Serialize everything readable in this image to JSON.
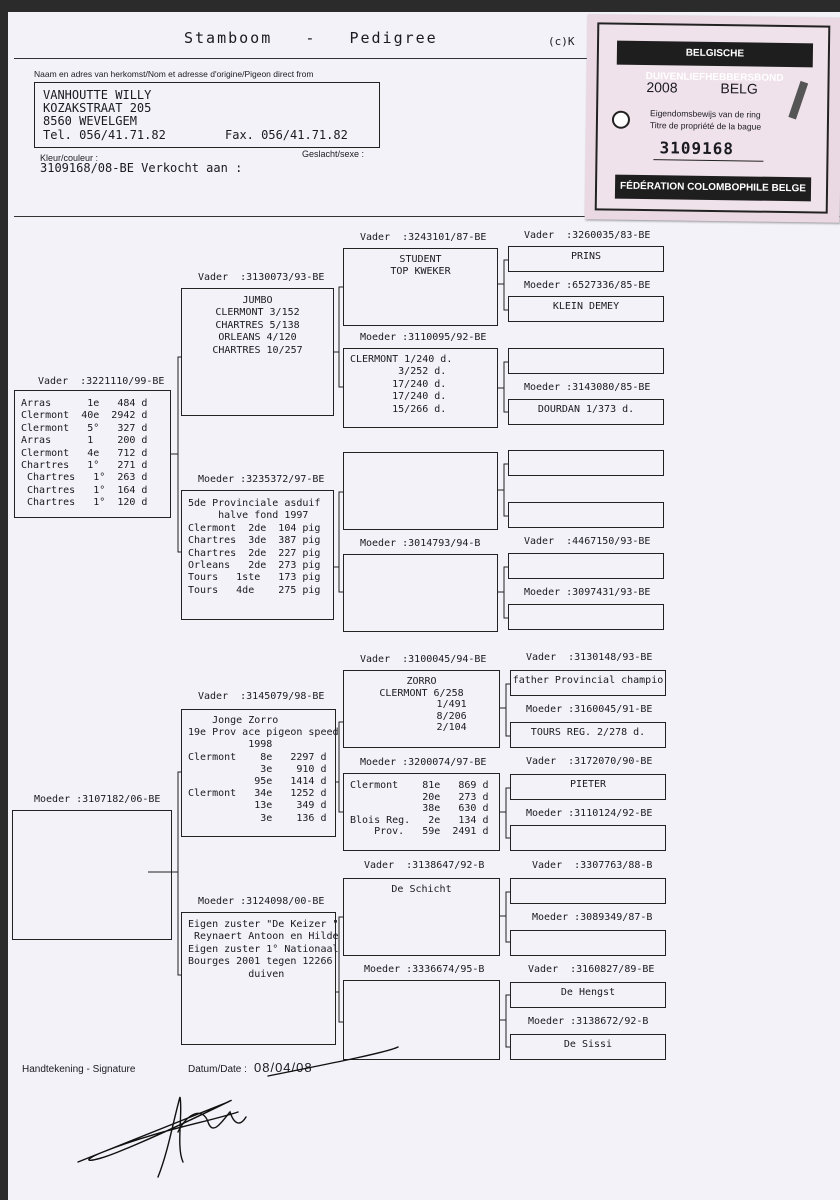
{
  "header": {
    "title": "Stamboom   -   Pedigree",
    "copyright": "(c)K",
    "origin_label": "Naam en adres van herkomst/Nom et adresse d'origine/Pigeon direct from",
    "owner": {
      "name": "VANHOUTTE WILLY",
      "street": "KOZAKSTRAAT 205",
      "city": "8560 WEVELGEM",
      "tel": "Tel. 056/41.71.82",
      "fax": "Fax. 056/41.71.82"
    },
    "colour_label": "Kleur/couleur :",
    "sex_label": "Geslacht/sexe :",
    "ring_line": "3109168/08-BE Verkocht aan :"
  },
  "certificate": {
    "top_banner": "BELGISCHE DUIVENLIEFHEBBERSBOND",
    "year": "2008",
    "country": "BELG",
    "line1": "Eigendomsbewijs van de ring",
    "line2": "Titre de propriété de la bague",
    "number": "3109168",
    "bottom_banner": "FÉDÉRATION COLOMBOPHILE BELGE"
  },
  "gen1": {
    "sire_label": "Vader  :3221110/99-BE",
    "sire_text": "Arras      1e   484 d\nClermont  40e  2942 d\nClermont   5°   327 d\nArras      1    200 d\nClermont   4e   712 d\nChartres   1°   271 d\n Chartres   1°  263 d\n Chartres   1°  164 d\n Chartres   1°  120 d",
    "dam_label": "Moeder :3107182/06-BE",
    "dam_text": ""
  },
  "gen2": [
    {
      "label": "Vader  :3130073/93-BE",
      "text": "JUMBO\nCLERMONT 3/152\nCHARTRES 5/138\nORLEANS 4/120\nCHARTRES 10/257"
    },
    {
      "label": "Moeder :3235372/97-BE",
      "text": "5de Provinciale asduif\n     halve fond 1997\nClermont  2de  104 pig\nChartres  3de  387 pig\nChartres  2de  227 pig\nOrleans   2de  273 pig\nTours   1ste   173 pig\nTours   4de    275 pig"
    },
    {
      "label": "Vader  :3145079/98-BE",
      "text": "    Jonge Zorro\n19e Prov ace pigeon speed\n          1998\nClermont    8e   2297 d\n            3e    910 d\n           95e   1414 d\nClermont   34e   1252 d\n           13e    349 d\n            3e    136 d"
    },
    {
      "label": "Moeder :3124098/00-BE",
      "text": "Eigen zuster \"De Keizer \"\n Reynaert Antoon en Hilde\nEigen zuster 1° Nationaal\nBourges 2001 tegen 12266\n          duiven"
    }
  ],
  "gen3": [
    {
      "label": "Vader  :3243101/87-BE",
      "text": "STUDENT\nTOP KWEKER"
    },
    {
      "label": "Moeder :3110095/92-BE",
      "text": "CLERMONT 1/240 d.\n        3/252 d.\n       17/240 d.\n       17/240 d.\n       15/266 d."
    },
    {
      "label": "",
      "text": ""
    },
    {
      "label": "Moeder :3014793/94-B",
      "text": ""
    },
    {
      "label": "Vader  :3100045/94-BE",
      "text": "ZORRO\nCLERMONT 6/258\n          1/491\n          8/206\n          2/104"
    },
    {
      "label": "Moeder :3200074/97-BE",
      "text": "Clermont    81e   869 d\n            20e   273 d\n            38e   630 d\nBlois Reg.   2e   134 d\n    Prov.   59e  2491 d"
    },
    {
      "label": "Vader  :3138647/92-B",
      "text": "De Schicht"
    },
    {
      "label": "Moeder :3336674/95-B",
      "text": ""
    }
  ],
  "gen4": [
    {
      "label": "Vader  :3260035/83-BE",
      "text": "PRINS"
    },
    {
      "label": "Moeder :6527336/85-BE",
      "text": "KLEIN DEMEY"
    },
    {
      "label": "",
      "text": ""
    },
    {
      "label": "Moeder :3143080/85-BE",
      "text": "DOURDAN 1/373 d."
    },
    {
      "label": "",
      "text": ""
    },
    {
      "label": "",
      "text": ""
    },
    {
      "label": "Vader  :4467150/93-BE",
      "text": ""
    },
    {
      "label": "Moeder :3097431/93-BE",
      "text": ""
    },
    {
      "label": "Vader  :3130148/93-BE",
      "text": "father Provincial champio"
    },
    {
      "label": "Moeder :3160045/91-BE",
      "text": "TOURS REG. 2/278 d."
    },
    {
      "label": "Vader  :3172070/90-BE",
      "text": "PIETER"
    },
    {
      "label": "Moeder :3110124/92-BE",
      "text": ""
    },
    {
      "label": "Vader  :3307763/88-B",
      "text": ""
    },
    {
      "label": "Moeder :3089349/87-B",
      "text": ""
    },
    {
      "label": "Vader  :3160827/89-BE",
      "text": "De Hengst"
    },
    {
      "label": "Moeder :3138672/92-B",
      "text": "De Sissi"
    }
  ],
  "footer": {
    "signature_label": "Handtekening - Signature",
    "date_label": "Datum/Date :",
    "date_value": "08/04/08"
  }
}
